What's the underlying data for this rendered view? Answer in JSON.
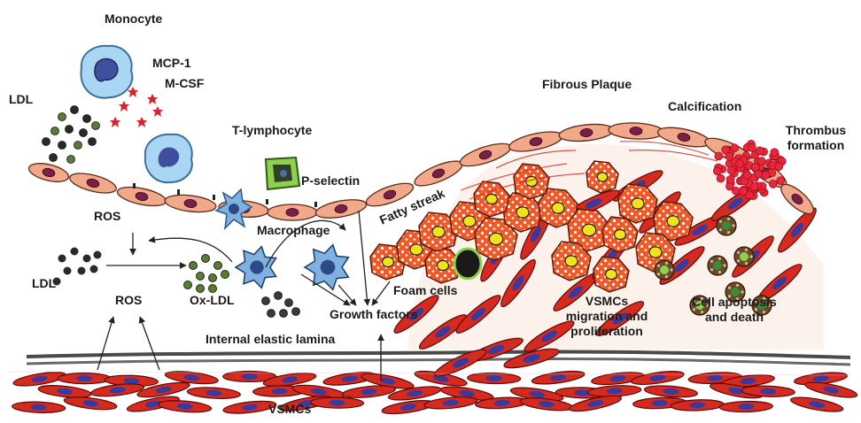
{
  "labels": {
    "monocyte": "Monocyte",
    "mcp1": "MCP-1",
    "mcsf": "M-CSF",
    "ldl_top": "LDL",
    "t_lymphocyte": "T-lymphocyte",
    "p_selectin": "P-selectin",
    "fibrous_plaque": "Fibrous Plaque",
    "calcification": "Calcification",
    "thrombus_formation": "Thrombus\nformation",
    "ros_upper": "ROS",
    "macrophage": "Macrophage",
    "fatty_streak": "Fatty streak",
    "ldl_mid": "LDL",
    "ox_ldl": "Ox-LDL",
    "ros_lower": "ROS",
    "foam_cells": "Foam cells",
    "growth_factors": "Growth factors",
    "vsmcs_migration": "VSMCs\nmigration and\nproliferation",
    "cell_apoptosis": "Cell apoptosis\nand death",
    "internal_elastic_lamina": "Internal elastic lamina",
    "vsmcs": "VSMCs"
  },
  "colors": {
    "endothelium": "#f2a98a",
    "nucleus_purple": "#7a1f4a",
    "monocyte_blue": "#a9d6f2",
    "macrophage_blue": "#7fb2e0",
    "mcp_red": "#d9232e",
    "ldl_dark": "#2a2a2a",
    "ox_ldl_green": "#5c7a3a",
    "foam_orange": "#f05a28",
    "foam_nucleus": "#f2e21a",
    "vsmc_red": "#d62a1e",
    "vsmc_nucleus": "#3a3a9e",
    "thrombus_red": "#e8273a",
    "p_selectin_green": "#8fd14f",
    "lamina_gray": "#4a4a4a"
  },
  "icons": [
    "monocyte-icon",
    "t-lymphocyte-icon",
    "macrophage-icon",
    "foam-cell-icon",
    "vsmc-icon",
    "endothelial-cell-icon",
    "thrombus-icon"
  ]
}
